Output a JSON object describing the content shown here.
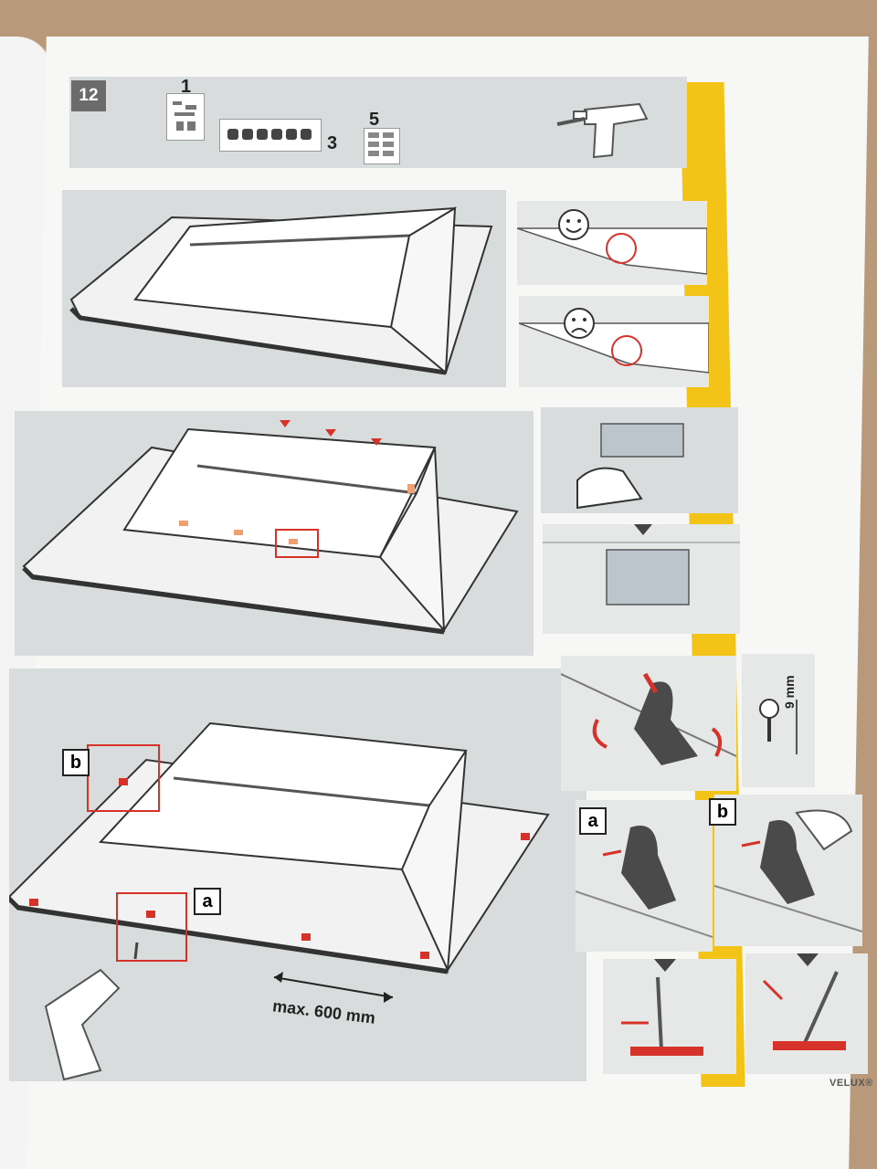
{
  "step": {
    "number": "12"
  },
  "parts": {
    "item1": "1",
    "item3": "3",
    "item5": "5"
  },
  "labels": {
    "a_small": "a",
    "b_small": "b",
    "a_large": "a",
    "b_large": "b",
    "max_distance": "max. 600 mm",
    "screw_length": "9 mm"
  },
  "footer": {
    "brand": "VELUX®"
  },
  "colors": {
    "accent_yellow": "#f3c318",
    "highlight_red": "#d6322a",
    "panel_grey": "#d9dcdc"
  },
  "icons": [
    "cordless-drill-icon",
    "pencil-icon",
    "smiley-happy-icon",
    "smiley-sad-icon",
    "screw-icon",
    "clip-icon"
  ]
}
